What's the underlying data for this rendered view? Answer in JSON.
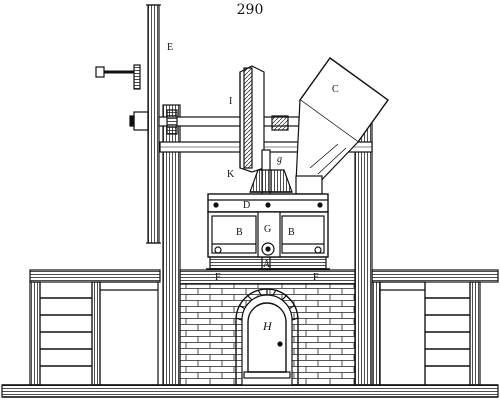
{
  "page": {
    "number": "290"
  },
  "labels": {
    "A": "A",
    "B_left": "B",
    "B_right": "B",
    "C": "C",
    "D": "D",
    "E": "E",
    "F_left": "F",
    "F_right": "F",
    "G": "G",
    "H": "H",
    "I": "I",
    "K": "K",
    "g": "g"
  },
  "colors": {
    "ink": "#111111",
    "paper": "#ffffff"
  }
}
